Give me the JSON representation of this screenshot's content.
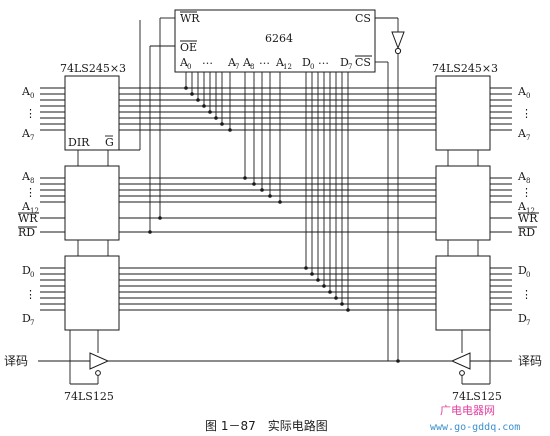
{
  "chip_6264": {
    "name": "6264",
    "pins": {
      "wr": "WR",
      "oe": "OE",
      "cs": "CS",
      "cs_bar": "CS",
      "a0": "A",
      "a0_sub": "0",
      "a7": "A",
      "a7_sub": "7",
      "a8": "A",
      "a8_sub": "8",
      "a12": "A",
      "a12_sub": "12",
      "d0": "D",
      "d0_sub": "0",
      "d7": "D",
      "d7_sub": "7",
      "dots": "…"
    }
  },
  "left_bank": {
    "title": "74LS245×3",
    "labels": {
      "a0": "A",
      "a0_sub": "0",
      "a7": "A",
      "a7_sub": "7",
      "a8": "A",
      "a8_sub": "8",
      "a12": "A",
      "a12_sub": "12",
      "wr": "WR",
      "rd": "RD",
      "d0": "D",
      "d0_sub": "0",
      "d7": "D",
      "d7_sub": "7",
      "dir": "DIR",
      "g": "G",
      "vdots": "⋮"
    }
  },
  "right_bank": {
    "title": "74LS245×3",
    "labels": {
      "a0": "A",
      "a0_sub": "0",
      "a7": "A",
      "a7_sub": "7",
      "a8": "A",
      "a8_sub": "8",
      "a12": "A",
      "a12_sub": "12",
      "wr": "WR",
      "rd": "RD",
      "d0": "D",
      "d0_sub": "0",
      "d7": "D",
      "d7_sub": "7",
      "vdots": "⋮"
    }
  },
  "decode": {
    "left": "译码",
    "right": "译码"
  },
  "buffers": {
    "left": "74LS125",
    "right": "74LS125"
  },
  "caption": "图 1－87　实际电路图",
  "watermark": {
    "line1": "广电电器网",
    "line2": "www.go-gddq.com"
  },
  "colors": {
    "ink": "#1a1a1a",
    "watermark1": "#e040a0",
    "watermark2": "#3a8fd0"
  }
}
